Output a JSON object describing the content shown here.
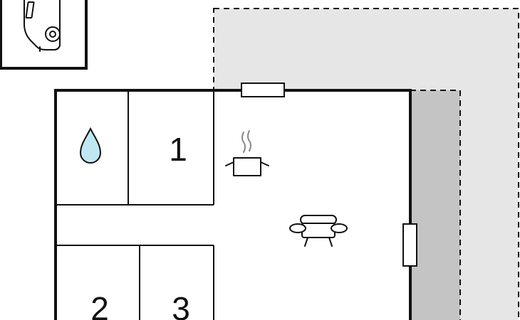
{
  "plan": {
    "rooms": [
      {
        "id": "room-1",
        "label": "1"
      },
      {
        "id": "room-2",
        "label": "2"
      },
      {
        "id": "room-3",
        "label": "3"
      }
    ]
  },
  "colors": {
    "terrace_light": "#e6e6e6",
    "terrace_dark": "#c4c4c4",
    "water": "#bfe8f2",
    "wall": "#111111"
  },
  "icons": {
    "parking": "car-icon",
    "bathroom": "water-drop-icon",
    "kitchen": "cooking-pot-icon",
    "living": "sofa-icon",
    "window": "window-icon"
  }
}
